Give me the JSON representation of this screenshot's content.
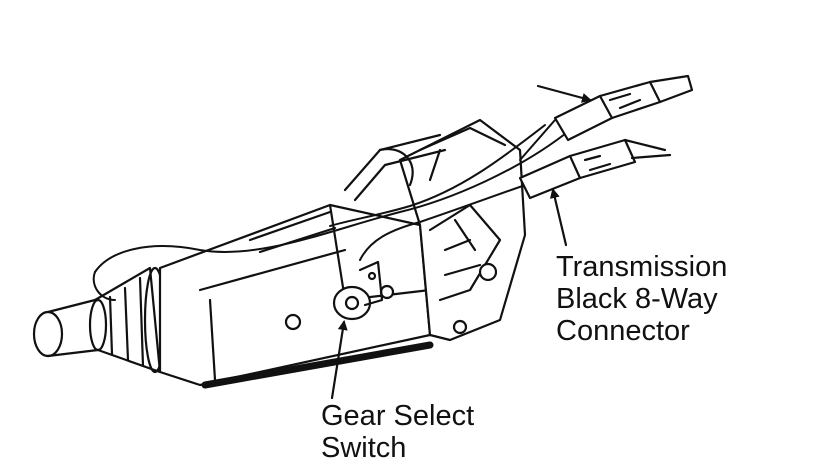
{
  "labels": {
    "transmission_connector": [
      "Transmission",
      "Black 8-Way",
      "Connector"
    ],
    "gear_select_switch": [
      "Gear Select",
      "Switch"
    ]
  },
  "colors": {
    "ink": "#111111",
    "background": "#ffffff"
  }
}
